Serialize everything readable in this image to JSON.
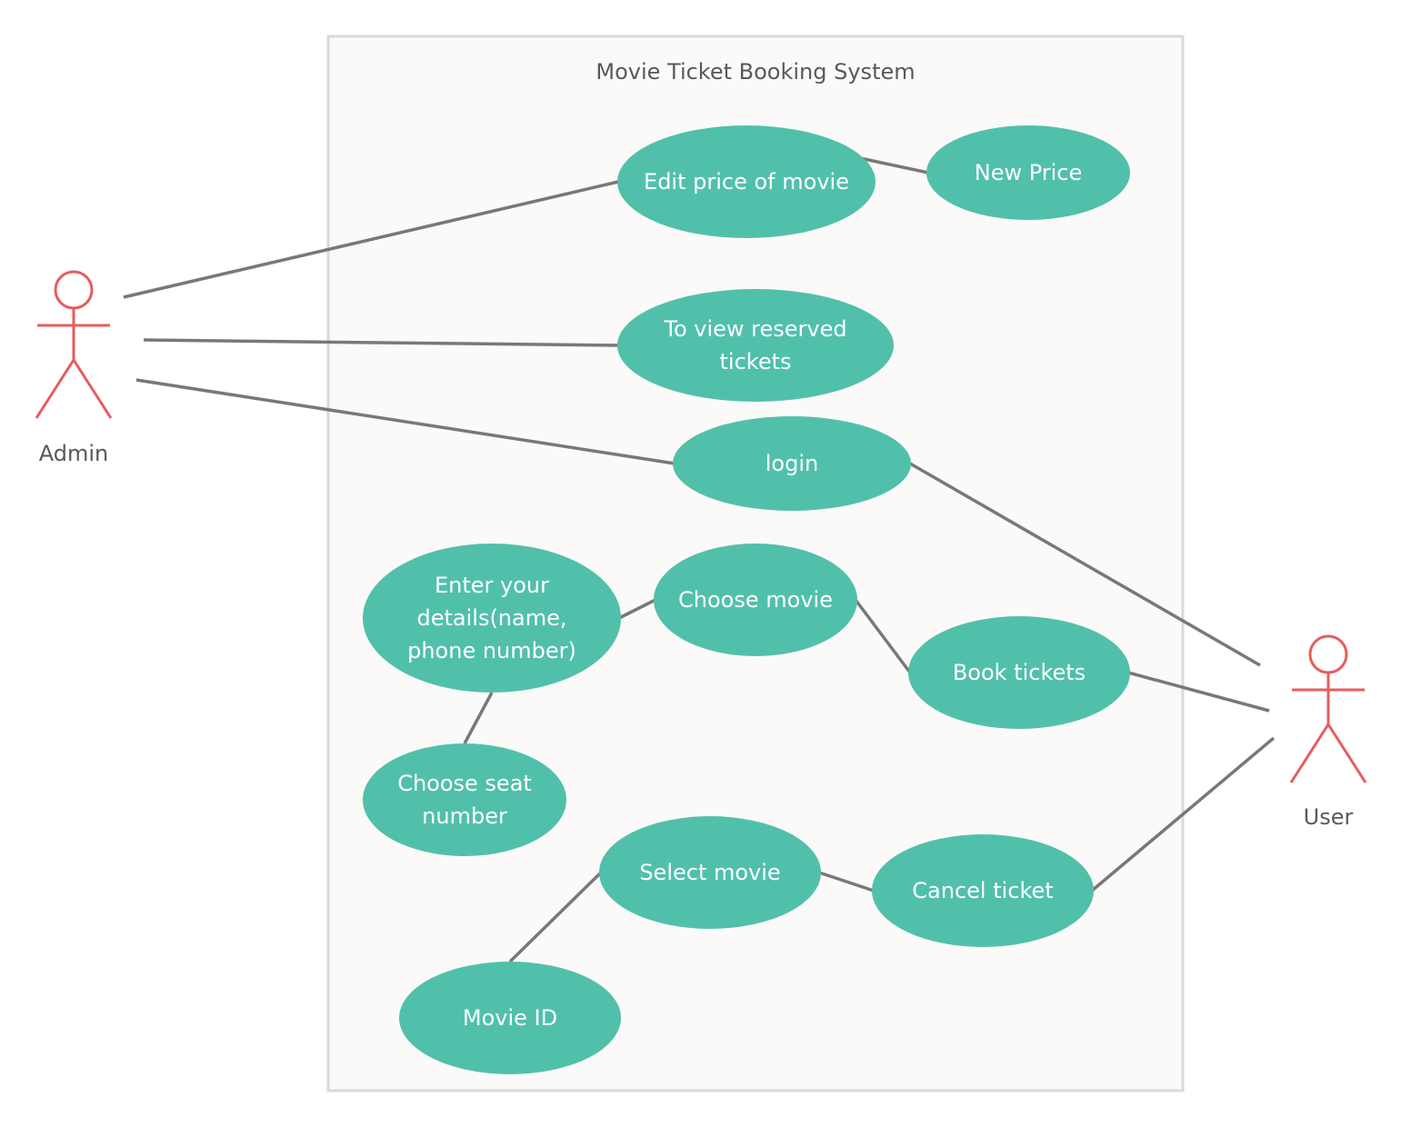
{
  "system": {
    "title": "Movie Ticket Booking System",
    "background": "#fbfaf8",
    "border": "#d9d9d9"
  },
  "colors": {
    "use_case_fill": "#51c0aa",
    "use_case_text": "#ffffff",
    "actor": "#e85c5c",
    "association": "#7a7877",
    "label_text": "#595959"
  },
  "actors": [
    {
      "id": "admin",
      "label": "Admin"
    },
    {
      "id": "user",
      "label": "User"
    }
  ],
  "use_cases": [
    {
      "id": "edit_price",
      "lines": [
        "Edit price of movie"
      ]
    },
    {
      "id": "new_price",
      "lines": [
        "New Price"
      ]
    },
    {
      "id": "view_reserved",
      "lines": [
        "To view reserved",
        "tickets"
      ]
    },
    {
      "id": "login",
      "lines": [
        "login"
      ]
    },
    {
      "id": "enter_details",
      "lines": [
        "Enter your",
        "details(name,",
        "phone number)"
      ]
    },
    {
      "id": "choose_movie",
      "lines": [
        "Choose movie"
      ]
    },
    {
      "id": "book_tickets",
      "lines": [
        "Book tickets"
      ]
    },
    {
      "id": "choose_seat",
      "lines": [
        "Choose seat",
        "number"
      ]
    },
    {
      "id": "select_movie",
      "lines": [
        "Select movie"
      ]
    },
    {
      "id": "cancel_ticket",
      "lines": [
        "Cancel ticket"
      ]
    },
    {
      "id": "movie_id",
      "lines": [
        "Movie ID"
      ]
    }
  ],
  "associations": [
    {
      "from": "admin",
      "to": "edit_price"
    },
    {
      "from": "admin",
      "to": "view_reserved"
    },
    {
      "from": "admin",
      "to": "login"
    },
    {
      "from": "edit_price",
      "to": "new_price"
    },
    {
      "from": "login",
      "to": "user"
    },
    {
      "from": "enter_details",
      "to": "choose_movie"
    },
    {
      "from": "choose_movie",
      "to": "book_tickets"
    },
    {
      "from": "book_tickets",
      "to": "user"
    },
    {
      "from": "enter_details",
      "to": "choose_seat"
    },
    {
      "from": "select_movie",
      "to": "cancel_ticket"
    },
    {
      "from": "cancel_ticket",
      "to": "user"
    },
    {
      "from": "movie_id",
      "to": "select_movie"
    }
  ]
}
